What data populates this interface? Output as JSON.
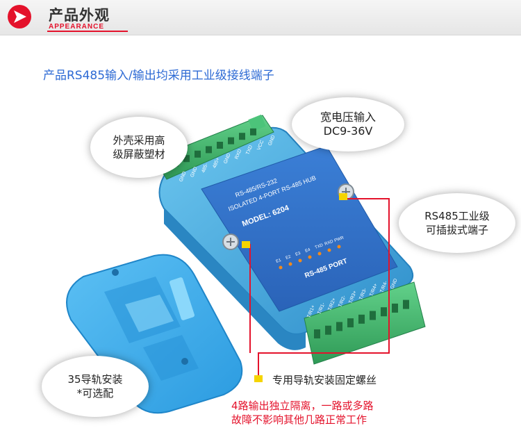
{
  "header": {
    "title": "产品外观",
    "subtitle": "APPEARANCE"
  },
  "headline": "产品RS485输入/输出均采用工业级接线端子",
  "callouts": {
    "shell": [
      "外壳采用高",
      "级屏蔽塑材"
    ],
    "power": [
      "宽电压输入",
      "DC9-36V"
    ],
    "terminal": [
      "RS485工业级",
      "可插拔式端子"
    ],
    "rail": [
      "35导轨安装",
      "*可选配"
    ]
  },
  "screw_note": "专用导轨安装固定螺丝",
  "isolation_note": [
    "4路输出独立隔离，一路或多路",
    "故障不影响其他几路正常工作"
  ],
  "device": {
    "top_terminals": [
      "GND",
      "GND",
      "485-",
      "485+",
      "GND",
      "RXD",
      "TXD",
      "VCC",
      "GND"
    ],
    "label_line1": "RS-485/RS-232",
    "label_line2": "ISOLATED 4-PORT RS-485 HUB",
    "model": "MODEL: 6204",
    "leds": [
      "E1",
      "E2",
      "E3",
      "E4",
      "TXD",
      "RXD",
      "PWR"
    ],
    "port_label": "RS-485 PORT",
    "bottom_terminals": [
      "T/R1+",
      "T/R1-",
      "T/R2+",
      "T/R2-",
      "T/R3+",
      "T/R3-",
      "T/R4+",
      "T/R4-",
      "GND"
    ]
  },
  "colors": {
    "accent_red": "#e4122b",
    "headline_blue": "#2d6ad4",
    "device_blue": "#3aa8de",
    "terminal_green": "#3fb56a",
    "marker_yellow": "#f5d400"
  }
}
